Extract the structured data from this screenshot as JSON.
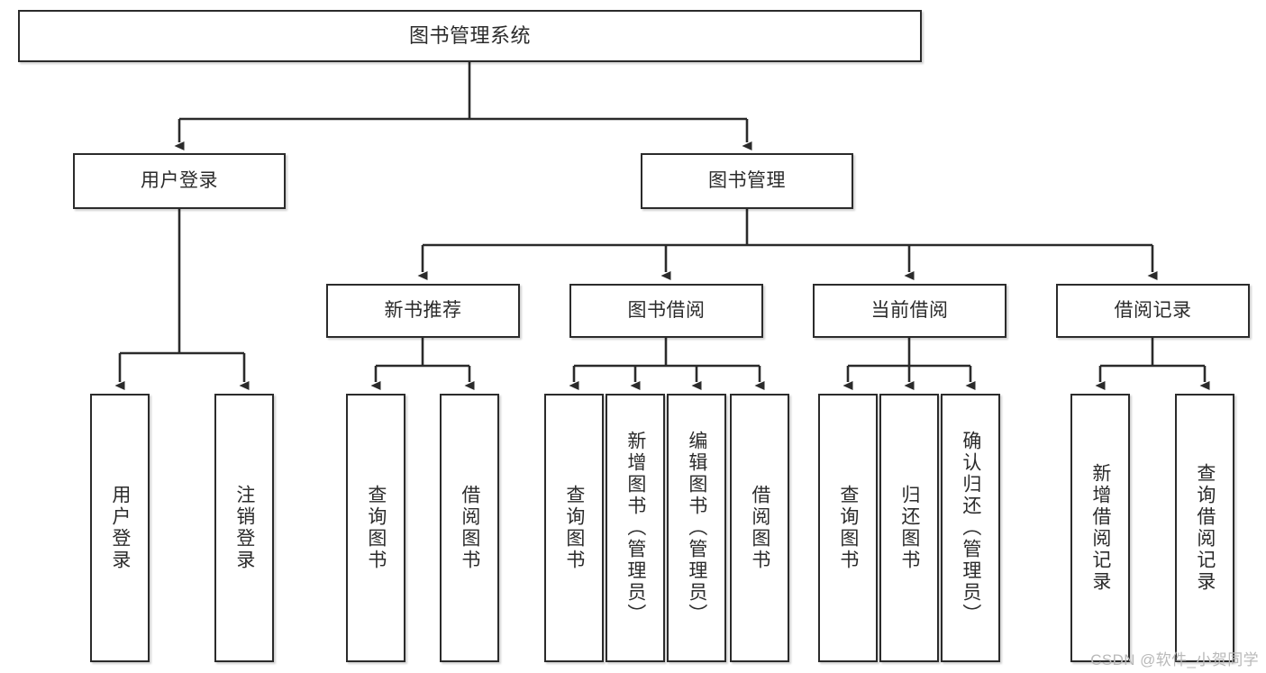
{
  "diagram": {
    "title": "图书管理系统",
    "type": "tree-hierarchy",
    "stroke_color": "#2b2b2b",
    "fill_color": "#ffffff",
    "watermark": "CSDN @软件_小贺同学",
    "levels": {
      "root": {
        "label": "图书管理系统"
      },
      "level2": [
        {
          "id": "user-login",
          "label": "用户登录"
        },
        {
          "id": "book-manage",
          "label": "图书管理"
        }
      ],
      "level3": [
        {
          "id": "new-book-rec",
          "label": "新书推荐",
          "parent": "book-manage"
        },
        {
          "id": "book-borrow",
          "label": "图书借阅",
          "parent": "book-manage"
        },
        {
          "id": "current-borrow",
          "label": "当前借阅",
          "parent": "book-manage"
        },
        {
          "id": "borrow-record",
          "label": "借阅记录",
          "parent": "book-manage"
        }
      ],
      "leaves": [
        {
          "id": "leaf-user-login",
          "label": "用户登录",
          "parent": "user-login"
        },
        {
          "id": "leaf-logout",
          "label": "注销登录",
          "parent": "user-login"
        },
        {
          "id": "leaf-query-book-1",
          "label": "查询图书",
          "parent": "new-book-rec"
        },
        {
          "id": "leaf-borrow-book-1",
          "label": "借阅图书",
          "parent": "new-book-rec"
        },
        {
          "id": "leaf-query-book-2",
          "label": "查询图书",
          "parent": "book-borrow"
        },
        {
          "id": "leaf-add-book",
          "label": "新增图书（管理员）",
          "parent": "book-borrow"
        },
        {
          "id": "leaf-edit-book",
          "label": "编辑图书（管理员）",
          "parent": "book-borrow"
        },
        {
          "id": "leaf-borrow-book-2",
          "label": "借阅图书",
          "parent": "book-borrow"
        },
        {
          "id": "leaf-query-book-3",
          "label": "查询图书",
          "parent": "current-borrow"
        },
        {
          "id": "leaf-return-book",
          "label": "归还图书",
          "parent": "current-borrow"
        },
        {
          "id": "leaf-confirm-return",
          "label": "确认归还（管理员）",
          "parent": "current-borrow"
        },
        {
          "id": "leaf-add-record",
          "label": "新增借阅记录",
          "parent": "borrow-record"
        },
        {
          "id": "leaf-query-record",
          "label": "查询借阅记录",
          "parent": "borrow-record"
        }
      ]
    }
  }
}
